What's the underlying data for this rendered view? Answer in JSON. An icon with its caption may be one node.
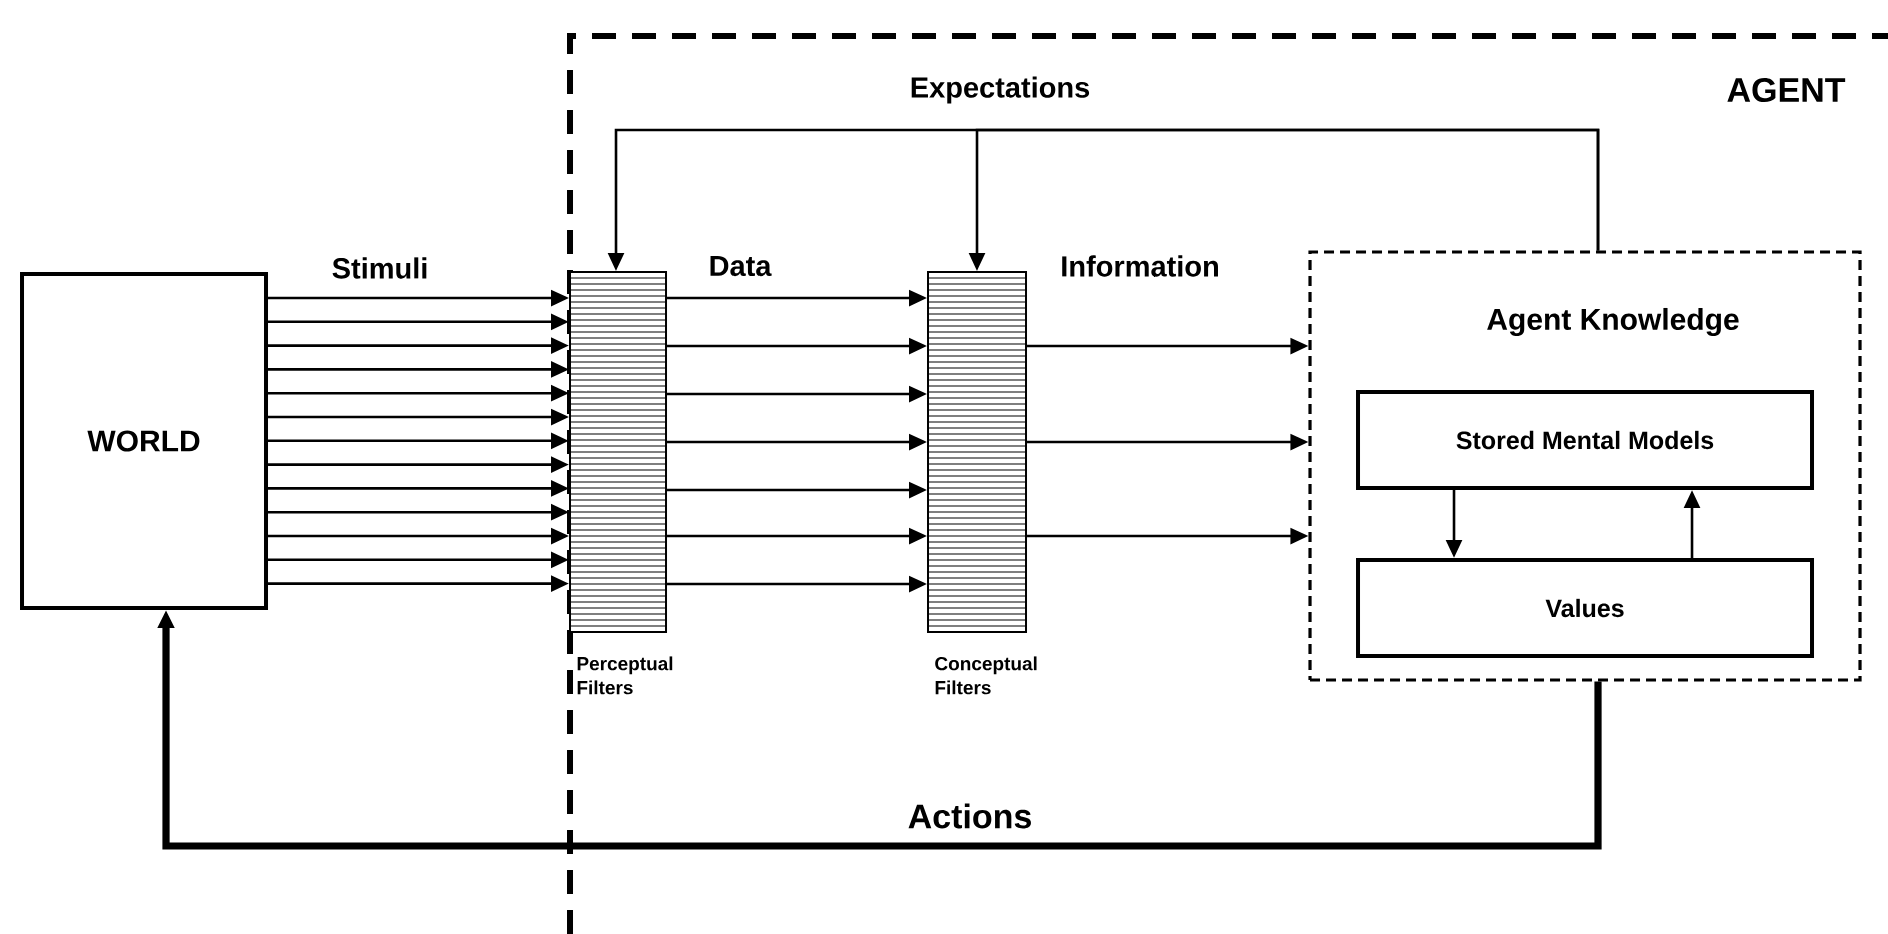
{
  "diagram": {
    "nodes": [
      {
        "text": [
          "WORLD"
        ]
      },
      {
        "text": [
          "Perceptual Filters"
        ]
      },
      {
        "text": [
          "Conceptual Filters"
        ]
      },
      {
        "text": [
          "Agent Knowledge"
        ]
      },
      {
        "text": [
          "Stored Mental Models"
        ],
        "in": 3
      },
      {
        "text": [
          "Values"
        ],
        "in": 3
      }
    ],
    "edges": [
      {
        "from": 0,
        "to": 1,
        "arrow": "to",
        "label": "Stimuli"
      },
      {
        "from": 0,
        "to": 1,
        "arrow": "to"
      },
      {
        "from": 0,
        "to": 1,
        "arrow": "to"
      },
      {
        "from": 0,
        "to": 1,
        "arrow": "to"
      },
      {
        "from": 0,
        "to": 1,
        "arrow": "to"
      },
      {
        "from": 0,
        "to": 1,
        "arrow": "to"
      },
      {
        "from": 0,
        "to": 1,
        "arrow": "to"
      },
      {
        "from": 0,
        "to": 1,
        "arrow": "to"
      },
      {
        "from": 0,
        "to": 1,
        "arrow": "to"
      },
      {
        "from": 0,
        "to": 1,
        "arrow": "to"
      },
      {
        "from": 0,
        "to": 1,
        "arrow": "to"
      },
      {
        "from": 0,
        "to": 1,
        "arrow": "to"
      },
      {
        "from": 0,
        "to": 1,
        "arrow": "to"
      },
      {
        "from": 1,
        "to": 2,
        "arrow": "to",
        "label": "Data"
      },
      {
        "from": 1,
        "to": 2,
        "arrow": "to"
      },
      {
        "from": 1,
        "to": 2,
        "arrow": "to"
      },
      {
        "from": 1,
        "to": 2,
        "arrow": "to"
      },
      {
        "from": 1,
        "to": 2,
        "arrow": "to"
      },
      {
        "from": 1,
        "to": 2,
        "arrow": "to"
      },
      {
        "from": 1,
        "to": 2,
        "arrow": "to"
      },
      {
        "from": 2,
        "to": 3,
        "arrow": "to",
        "label": "Information"
      },
      {
        "from": 2,
        "to": 3,
        "arrow": "to"
      },
      {
        "from": 2,
        "to": 3,
        "arrow": "to"
      },
      {
        "from": 3,
        "to": 1,
        "arrow": "to",
        "label": "Expectations"
      },
      {
        "from": 3,
        "to": 2,
        "arrow": "to"
      },
      {
        "from": 3,
        "to": 0,
        "arrow": "to",
        "label": "Actions",
        "style": "thick"
      },
      {
        "from": 4,
        "to": 5,
        "arrow": "to"
      },
      {
        "from": 5,
        "to": 4,
        "arrow": "to"
      }
    ],
    "labels": [
      "AGENT"
    ]
  }
}
